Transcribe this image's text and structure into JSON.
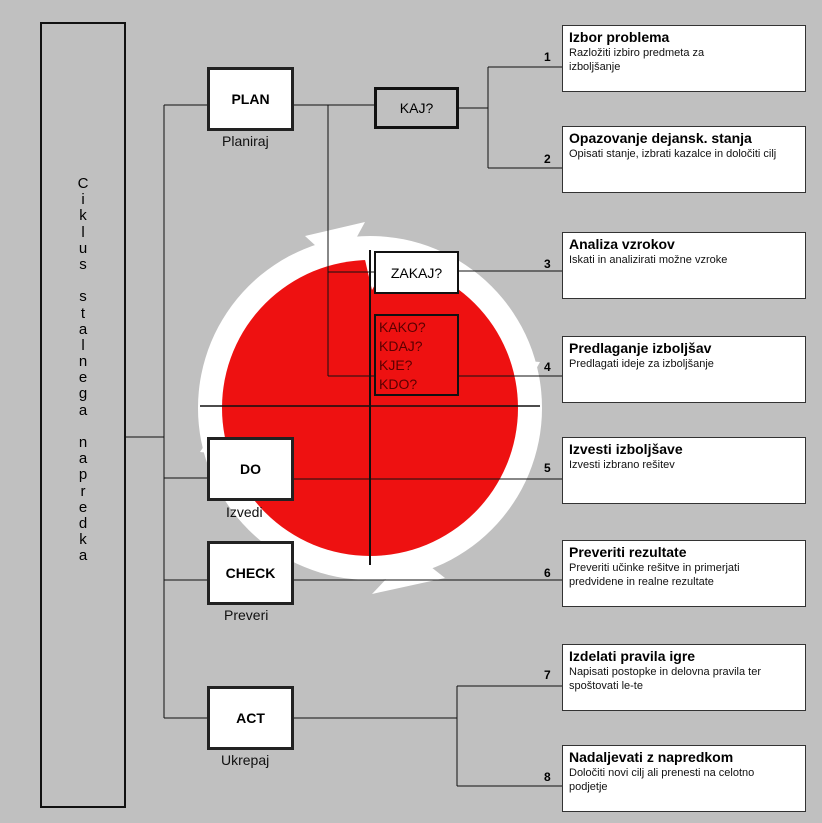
{
  "cycle_label_chars": [
    "C",
    "i",
    "k",
    "l",
    "u",
    "s",
    "",
    "s",
    "t",
    "a",
    "l",
    "n",
    "e",
    "g",
    "a",
    "",
    "n",
    "a",
    "p",
    "r",
    "e",
    "d",
    "k",
    "a"
  ],
  "phases": {
    "plan": {
      "name": "PLAN",
      "label": "Planiraj"
    },
    "do": {
      "name": "DO",
      "label": "Izvedi"
    },
    "check": {
      "name": "CHECK",
      "label": "Preveri"
    },
    "act": {
      "name": "ACT",
      "label": "Ukrepaj"
    }
  },
  "questions": {
    "kaj": "KAJ?",
    "zakaj": "ZAKAJ?",
    "multi": [
      "KAKO?",
      "KDAJ?",
      "KJE?",
      "KDO?"
    ]
  },
  "steps": [
    {
      "num": "1",
      "title": "Izbor problema",
      "desc": "Razložiti izbiro predmeta za izboljšanje"
    },
    {
      "num": "2",
      "title": "Opazovanje dejansk. stanja",
      "desc": "Opisati stanje, izbrati kazalce in določiti cilj"
    },
    {
      "num": "3",
      "title": "Analiza vzrokov",
      "desc": "Iskati in analizirati možne vzroke"
    },
    {
      "num": "4",
      "title": "Predlaganje izboljšav",
      "desc": "Predlagati ideje za izboljšanje"
    },
    {
      "num": "5",
      "title": "Izvesti izboljšave",
      "desc": "Izvesti izbrano rešitev"
    },
    {
      "num": "6",
      "title": "Preveriti rezultate",
      "desc": "Preveriti učinke rešitve in primerjati predvidene in realne rezultate"
    },
    {
      "num": "7",
      "title": "Izdelati pravila igre",
      "desc": "Napisati postopke in delovna pravila ter spoštovati le-te"
    },
    {
      "num": "8",
      "title": "Nadaljevati z napredkom",
      "desc": "Določiti novi cilj ali prenesti na celotno podjetje"
    }
  ],
  "colors": {
    "background": "#c0c0c0",
    "cycle_red": "#ee1111",
    "arrow_white": "#ffffff",
    "question_red": "#cc0000"
  }
}
